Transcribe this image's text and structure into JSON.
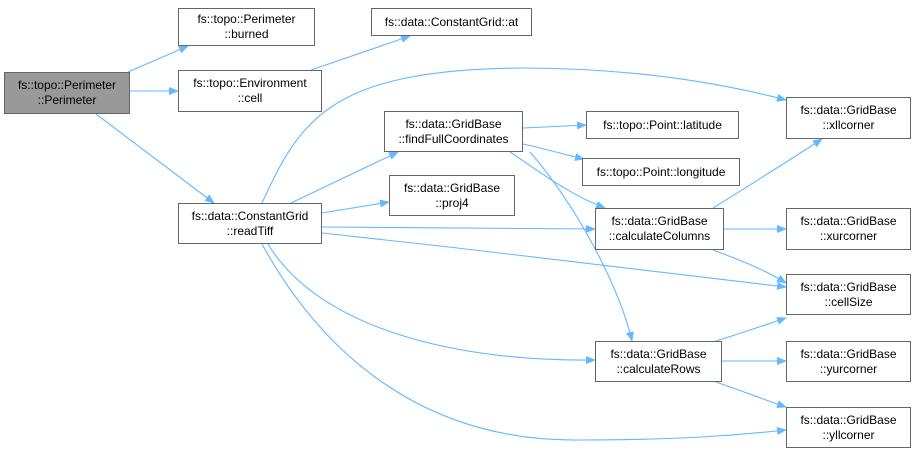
{
  "nodes": {
    "root": {
      "line1": "fs::topo::Perimeter",
      "line2": "::Perimeter"
    },
    "burned": {
      "line1": "fs::topo::Perimeter",
      "line2": "::burned"
    },
    "cg_at": {
      "line1": "fs::data::ConstantGrid::at",
      "line2": ""
    },
    "env_cell": {
      "line1": "fs::topo::Environment",
      "line2": "::cell"
    },
    "readtiff": {
      "line1": "fs::data::ConstantGrid",
      "line2": "::readTiff"
    },
    "findfull": {
      "line1": "fs::data::GridBase",
      "line2": "::findFullCoordinates"
    },
    "proj4": {
      "line1": "fs::data::GridBase",
      "line2": "::proj4"
    },
    "latitude": {
      "line1": "fs::topo::Point::latitude",
      "line2": ""
    },
    "longitude": {
      "line1": "fs::topo::Point::longitude",
      "line2": ""
    },
    "calccols": {
      "line1": "fs::data::GridBase",
      "line2": "::calculateColumns"
    },
    "calcrows": {
      "line1": "fs::data::GridBase",
      "line2": "::calculateRows"
    },
    "xllcorner": {
      "line1": "fs::data::GridBase",
      "line2": "::xllcorner"
    },
    "xurcorner": {
      "line1": "fs::data::GridBase",
      "line2": "::xurcorner"
    },
    "cellsize": {
      "line1": "fs::data::GridBase",
      "line2": "::cellSize"
    },
    "yurcorner": {
      "line1": "fs::data::GridBase",
      "line2": "::yurcorner"
    },
    "yllcorner": {
      "line1": "fs::data::GridBase",
      "line2": "::yllcorner"
    }
  },
  "edges": [
    [
      "root",
      "burned"
    ],
    [
      "root",
      "env_cell"
    ],
    [
      "root",
      "readtiff"
    ],
    [
      "env_cell",
      "cg_at"
    ],
    [
      "readtiff",
      "xllcorner"
    ],
    [
      "readtiff",
      "findfull"
    ],
    [
      "readtiff",
      "proj4"
    ],
    [
      "readtiff",
      "calccols"
    ],
    [
      "readtiff",
      "cellsize"
    ],
    [
      "readtiff",
      "calcrows"
    ],
    [
      "readtiff",
      "yllcorner"
    ],
    [
      "findfull",
      "latitude"
    ],
    [
      "findfull",
      "longitude"
    ],
    [
      "findfull",
      "calccols"
    ],
    [
      "findfull",
      "calcrows"
    ],
    [
      "calccols",
      "xllcorner"
    ],
    [
      "calccols",
      "xurcorner"
    ],
    [
      "calccols",
      "cellsize"
    ],
    [
      "calcrows",
      "cellsize"
    ],
    [
      "calcrows",
      "yurcorner"
    ],
    [
      "calcrows",
      "yllcorner"
    ]
  ],
  "colors": {
    "edge": "#63b8ff",
    "root_fill": "#999999",
    "node_border": "#666666"
  }
}
